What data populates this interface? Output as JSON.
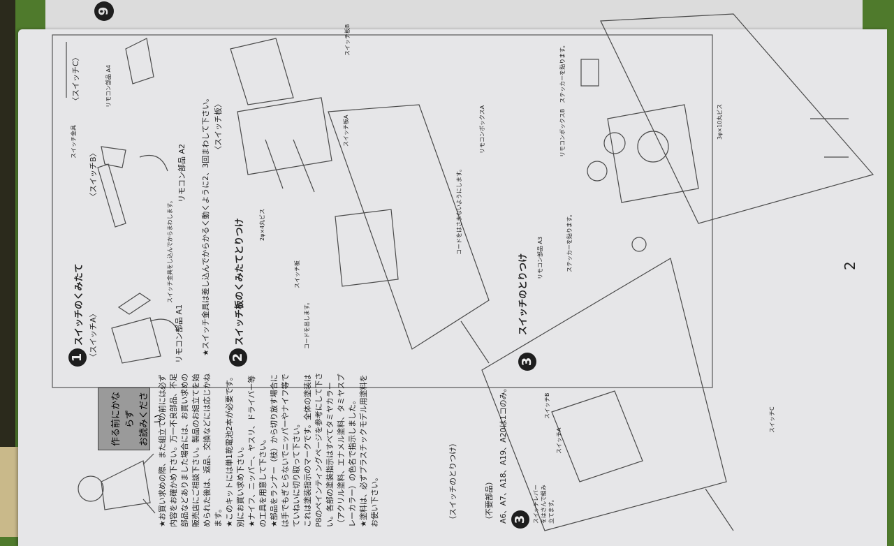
{
  "previous_page": {
    "page_number": "9"
  },
  "notice": {
    "header_line1": "作る前にかならず",
    "header_line2": "お読みください",
    "paragraphs": [
      "★お買い求めの際、また組立ての前には必ず内容をお確かめ下さい。万一不良部品、不足部品などありました場合には、お買い求めの販売店にご相談下さい。製品のお組立てを始められた後は、返品、交換などには応じかねます。",
      "★このキットには単1乾電池2本が必要です。別にお買い求め下さい。",
      "★ナイフ、ニッパー、ヤスリ、ドライバー等の工具を用意して下さい。",
      "★部品をランナー（枝）から切り放す場合には手でもぎとらないでニッパーやナイフ等でていねいに切り取って下さい。",
      "これは塗装指示のマークです。全体の塗装はP8のペインティングページを参考にして下さい。各部の塗装指示はすべてタミヤカラー（アクリル塗料、エナメル塗料、タミヤスプレーカラー）の色名で指示しました。",
      "★塗料は、必ずプラスチックモデル用塗料をお使い下さい。"
    ],
    "unused_parts_label": "（不要部品）",
    "unused_parts": "A6、A7、A18、A19、A20は1コのみ。"
  },
  "step1": {
    "number": "1",
    "title": "スイッチのくみたて",
    "switch_a": "〈スイッチA〉",
    "switch_b": "〈スイッチB〉",
    "switch_c": "〈スイッチC〉",
    "part_a1": "リモコン部品 A1",
    "part_a2": "リモコン部品 A2",
    "part_a4": "リモコン部品 A4",
    "fitting_note": "スイッチ金具をし込んでからまわします。",
    "switch_fitting": "スイッチ金具",
    "note": "★スイッチ金具は差し込んでからかるく動くように2、3回まわして下さい。"
  },
  "step2": {
    "number": "2",
    "title": "スイッチ板のくみたてとりつけ",
    "switch_plate_heading": "〈スイッチ板〉",
    "screw": "2φ×4丸ビス",
    "switch_plate": "スイッチ板",
    "switch_plate_a": "スイッチ板A",
    "switch_plate_b": "スイッチ板B",
    "remote_box_a": "リモコンボックスA",
    "cord_out": "コードを出します。",
    "cord_note": "コードをはさまないようにします。"
  },
  "step3": {
    "number": "3",
    "title": "スイッチのとりつけ",
    "part_a3": "リモコン部品 A3",
    "sticker": "ステッカーを貼ります。",
    "remote_box_b": "リモコンボックスB　ステッカーを貼ります。",
    "screw": "3φ×10丸ビス"
  },
  "step3_left": {
    "number": "3",
    "title": "（スイッチのとりつけ）",
    "switch_a": "スイッチA",
    "switch_b": "スイッチB",
    "switch_c": "スイッチC",
    "lever_note": "スイッチレバーをはさんで組み立てます。"
  },
  "page_number": "2"
}
